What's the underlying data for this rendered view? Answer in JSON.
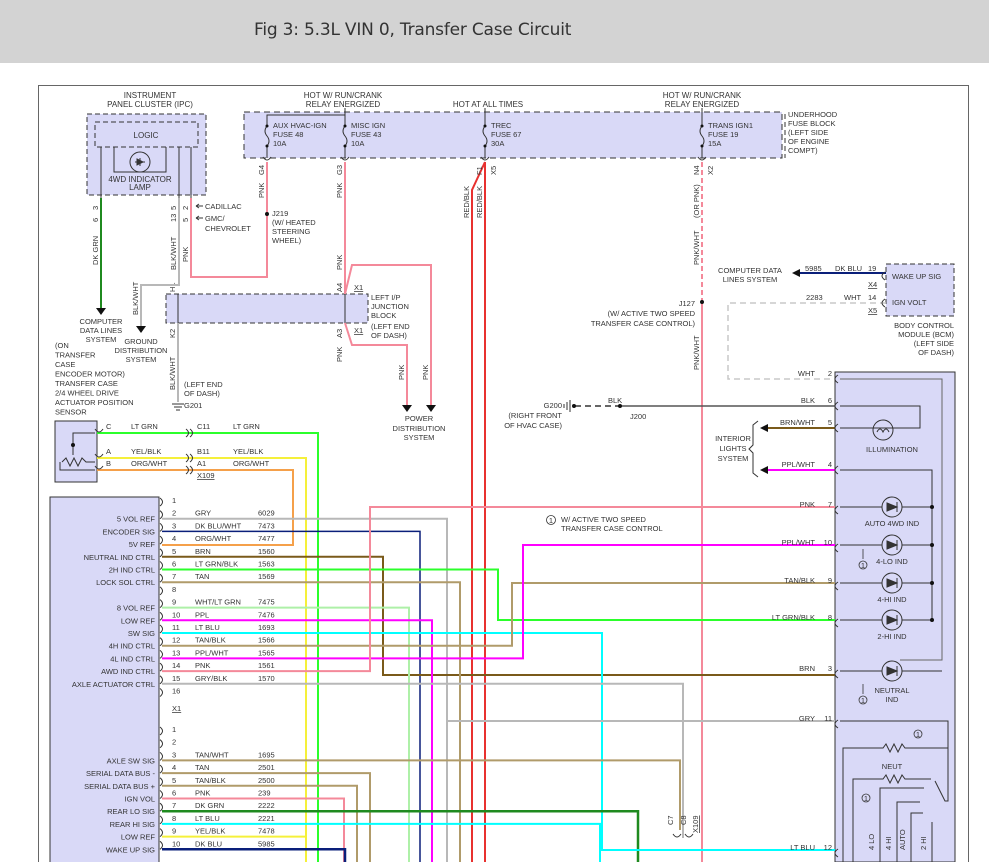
{
  "title": "Fig 3: 5.3L VIN 0, Transfer Case Circuit",
  "colors": {
    "module_fill": "#d9d9f7",
    "pnk": "#f4899a",
    "red": "#e8312f",
    "lt_grn": "#2bff2b",
    "dk_grn": "#1f8a1f",
    "yel": "#f5f03a",
    "org": "#f5a04a",
    "gry": "#b8b8b8",
    "dk_blu": "#0a1f7a",
    "brn": "#7a5a1a",
    "tan": "#b09b6a",
    "ppl": "#ff00ff",
    "lt_blu": "#00ffff",
    "wht_lt_grn": "#aef0a8",
    "blk": "#333333"
  },
  "ipc": {
    "title_l1": "INSTRUMENT",
    "title_l2": "PANEL CLUSTER (IPC)",
    "logic": "LOGIC",
    "lamp_l1": "4WD INDICATOR",
    "lamp_l2": "LAMP",
    "pin_a": "3",
    "pin_a2": "6",
    "pin_b": "5",
    "pin_b2": "13",
    "pin_c": "2",
    "pin_c2": "5",
    "cadillac": "CADILLAC",
    "gmc_l1": "GMC/",
    "gmc_l2": "CHEVROLET",
    "wire_dkgrn": "DK GRN",
    "wire_blkwht": "BLK/WHT",
    "wire_pnk": "PNK"
  },
  "fuse_block": {
    "hot_run_l1": "HOT W/ RUN/CRANK",
    "hot_run_l2": "RELAY ENERGIZED",
    "hot_all": "HOT AT ALL TIMES",
    "hot_run2_l1": "HOT W/ RUN/CRANK",
    "hot_run2_l2": "RELAY ENERGIZED",
    "fuses": [
      {
        "name": "AUX HVAC-IGN",
        "fuse": "FUSE 48",
        "amp": "10A",
        "pin": "G4"
      },
      {
        "name": "MISC IGN",
        "fuse": "FUSE 43",
        "amp": "10A",
        "pin": "G3"
      },
      {
        "name": "TREC",
        "fuse": "FUSE 67",
        "amp": "30A",
        "pin": "F1",
        "conn": "X5"
      },
      {
        "name": "TRANS IGN1",
        "fuse": "FUSE 19",
        "amp": "15A",
        "pin": "N4",
        "conn": "X2"
      }
    ],
    "label_l1": "UNDERHOOD",
    "label_l2": "FUSE BLOCK",
    "label_l3": "(LEFT SIDE",
    "label_l4": "OF ENGINE",
    "label_l5": "COMPT)"
  },
  "j219": {
    "id": "J219",
    "l1": "(W/ HEATED",
    "l2": "STEERING",
    "l3": "WHEEL)"
  },
  "wires_top": {
    "pnk": "PNK",
    "red_blk": "RED/BLK",
    "or_pnk": "(OR PNK)",
    "pnk_wht": "PNK/WHT"
  },
  "junction": {
    "h1": "H1",
    "k2": "K2",
    "a4": "A4",
    "a3": "A3",
    "x1": "X1",
    "l1": "LEFT I/P",
    "l2": "JUNCTION",
    "l3": "BLOCK",
    "l4": "(LEFT END",
    "l5": "OF DASH)"
  },
  "left_notes": {
    "cdl_l1": "COMPUTER",
    "cdl_l2": "DATA LINES",
    "cdl_l3": "SYSTEM",
    "gnd_l1": "GROUND",
    "gnd_l2": "DISTRIBUTION",
    "gnd_l3": "SYSTEM",
    "g201_l1": "(LEFT END",
    "g201_l2": "OF DASH)",
    "g201": "G201",
    "blkwht": "BLK/WHT"
  },
  "power_dist": {
    "l1": "POWER",
    "l2": "DISTRIBUTION",
    "l3": "SYSTEM",
    "pnk": "PNK"
  },
  "sensor": {
    "l1": "(ON",
    "l2": "TRANSFER",
    "l3": "CASE",
    "l4": "ENCODER MOTOR)",
    "l5": "TRANSFER CASE",
    "l6": "2/4 WHEEL DRIVE",
    "l7": "ACTUATOR POSITION",
    "l8": "SENSOR",
    "pins": [
      {
        "pin": "C",
        "wire": "LT GRN",
        "conn_pin": "C11",
        "wire2": "LT GRN"
      },
      {
        "pin": "A",
        "wire": "YEL/BLK",
        "conn_pin": "B11",
        "wire2": "YEL/BLK"
      },
      {
        "pin": "B",
        "wire": "ORG/WHT",
        "conn_pin": "A1",
        "wire2": "ORG/WHT"
      }
    ],
    "conn": "X109"
  },
  "bcm": {
    "cdl_l1": "COMPUTER DATA",
    "cdl_l2": "LINES SYSTEM",
    "wake_circuit": "5985",
    "wake_wire": "DK BLU",
    "wake_pin": "19",
    "wake_conn": "X4",
    "wake_label": "WAKE UP SIG",
    "ign_circuit": "2283",
    "ign_wire": "WHT",
    "ign_pin": "14",
    "ign_conn": "X5",
    "ign_label": "IGN VOLT",
    "l1": "BODY CONTROL",
    "l2": "MODULE (BCM)",
    "l3": "(LEFT SIDE",
    "l4": "OF DASH)"
  },
  "j127": {
    "id": "J127",
    "l1": "(W/ ACTIVE TWO SPEED",
    "l2": "TRANSFER CASE CONTROL)"
  },
  "g200": {
    "id": "G200",
    "l1": "(RIGHT FRONT",
    "l2": "OF HVAC CASE)",
    "wire": "BLK",
    "junction": "J200"
  },
  "footnote": {
    "mark": "1",
    "l1": "W/ ACTIVE TWO SPEED",
    "l2": "TRANSFER CASE CONTROL"
  },
  "interior_lights": {
    "l1": "INTERIOR",
    "l2": "LIGHTS",
    "l3": "SYSTEM"
  },
  "switch_module": {
    "pins": [
      {
        "wire": "WHT",
        "pin": "2"
      },
      {
        "wire": "BLK",
        "pin": "6"
      },
      {
        "wire": "BRN/WHT",
        "pin": "5"
      },
      {
        "wire": "PPL/WHT",
        "pin": "4"
      },
      {
        "wire": "PNK",
        "pin": "7"
      },
      {
        "wire": "PPL/WHT",
        "pin": "10"
      },
      {
        "wire": "TAN/BLK",
        "pin": "9"
      },
      {
        "wire": "LT GRN/BLK",
        "pin": "8"
      },
      {
        "wire": "BRN",
        "pin": "3"
      },
      {
        "wire": "GRY",
        "pin": "11"
      },
      {
        "wire": "LT BLU",
        "pin": "12"
      }
    ],
    "illumination": "ILLUMINATION",
    "leds": [
      "AUTO 4WD IND",
      "4-LO IND",
      "4-HI IND",
      "2-HI IND"
    ],
    "neutral_l1": "NEUTRAL",
    "neutral_l2": "IND",
    "neut": "NEUT",
    "res_labels": [
      "4 LO",
      "4 HI",
      "AUTO",
      "2 HI"
    ]
  },
  "tccm": {
    "x1_pins": [
      {
        "pin": "1",
        "label": "",
        "wire": "",
        "circuit": ""
      },
      {
        "pin": "2",
        "label": "5 VOL REF",
        "wire": "GRY",
        "circuit": "6029"
      },
      {
        "pin": "3",
        "label": "ENCODER SIG",
        "wire": "DK BLU/WHT",
        "circuit": "7473"
      },
      {
        "pin": "4",
        "label": "5V REF",
        "wire": "ORG/WHT",
        "circuit": "7477"
      },
      {
        "pin": "5",
        "label": "NEUTRAL IND CTRL",
        "wire": "BRN",
        "circuit": "1560"
      },
      {
        "pin": "6",
        "label": "2H IND CTRL",
        "wire": "LT GRN/BLK",
        "circuit": "1563"
      },
      {
        "pin": "7",
        "label": "LOCK SOL CTRL",
        "wire": "TAN",
        "circuit": "1569"
      },
      {
        "pin": "8",
        "label": "",
        "wire": "",
        "circuit": ""
      },
      {
        "pin": "9",
        "label": "8 VOL REF",
        "wire": "WHT/LT GRN",
        "circuit": "7475"
      },
      {
        "pin": "10",
        "label": "LOW REF",
        "wire": "PPL",
        "circuit": "7476"
      },
      {
        "pin": "11",
        "label": "SW SIG",
        "wire": "LT BLU",
        "circuit": "1693"
      },
      {
        "pin": "12",
        "label": "4H IND CTRL",
        "wire": "TAN/BLK",
        "circuit": "1566"
      },
      {
        "pin": "13",
        "label": "4L IND CTRL",
        "wire": "PPL/WHT",
        "circuit": "1565"
      },
      {
        "pin": "14",
        "label": "AWD IND CTRL",
        "wire": "PNK",
        "circuit": "1561"
      },
      {
        "pin": "15",
        "label": "AXLE ACTUATOR CTRL",
        "wire": "GRY/BLK",
        "circuit": "1570"
      },
      {
        "pin": "16",
        "label": "",
        "wire": "",
        "circuit": ""
      }
    ],
    "x1_label": "X1",
    "x2_pins": [
      {
        "pin": "1",
        "label": "",
        "wire": "",
        "circuit": ""
      },
      {
        "pin": "2",
        "label": "",
        "wire": "",
        "circuit": ""
      },
      {
        "pin": "3",
        "label": "AXLE SW SIG",
        "wire": "TAN/WHT",
        "circuit": "1695"
      },
      {
        "pin": "4",
        "label": "SERIAL DATA BUS -",
        "wire": "TAN",
        "circuit": "2501"
      },
      {
        "pin": "5",
        "label": "SERIAL DATA BUS +",
        "wire": "TAN/BLK",
        "circuit": "2500"
      },
      {
        "pin": "6",
        "label": "IGN VOL",
        "wire": "PNK",
        "circuit": "239"
      },
      {
        "pin": "7",
        "label": "REAR LO SIG",
        "wire": "DK GRN",
        "circuit": "2222"
      },
      {
        "pin": "8",
        "label": "REAR HI SIG",
        "wire": "LT BLU",
        "circuit": "2221"
      },
      {
        "pin": "9",
        "label": "LOW REF",
        "wire": "YEL/BLK",
        "circuit": "7478"
      },
      {
        "pin": "10",
        "label": "WAKE UP SIG",
        "wire": "DK BLU",
        "circuit": "5985"
      }
    ]
  },
  "bottom_conn": {
    "c7": "C7",
    "c8": "C8",
    "x109": "X109"
  }
}
